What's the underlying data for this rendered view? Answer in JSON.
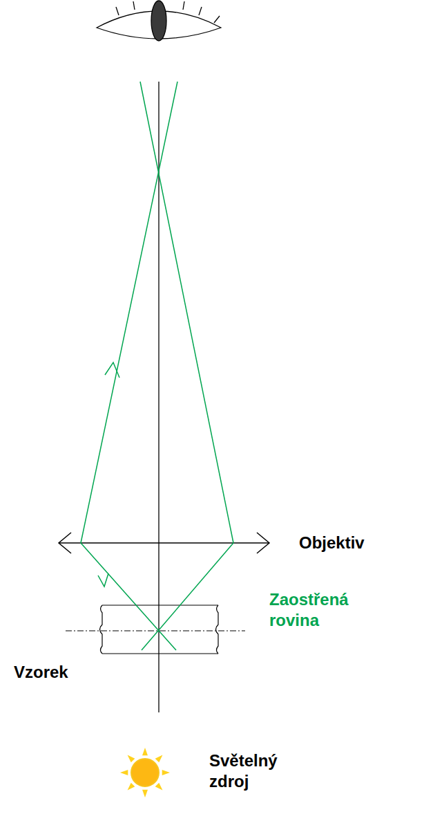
{
  "diagram": {
    "labels": [
      "Objektiv",
      "Zaostřená rovina",
      "Vzorek",
      "Světelný zdroj"
    ]
  }
}
